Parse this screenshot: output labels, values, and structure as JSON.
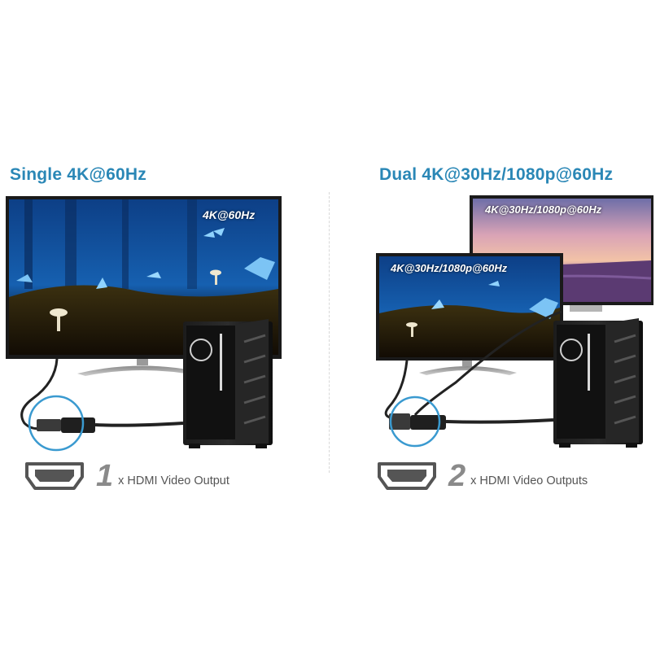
{
  "left_panel": {
    "heading": "Single 4K@60Hz",
    "monitor_label": "4K@60Hz",
    "output_count": "1",
    "output_text": "x HDMI Video Output",
    "icon": "hdmi-port-icon"
  },
  "right_panel": {
    "heading": "Dual 4K@30Hz/1080p@60Hz",
    "monitor_back_label": "4K@30Hz/1080p@60Hz",
    "monitor_front_label": "4K@30Hz/1080p@60Hz",
    "output_count": "2",
    "output_text": "x HDMI Video Outputs",
    "icon": "hdmi-port-icon"
  },
  "colors": {
    "heading": "#2a87b6",
    "highlight_circle": "#3a9ad0",
    "count": "#8a8a8a",
    "text": "#555555"
  }
}
